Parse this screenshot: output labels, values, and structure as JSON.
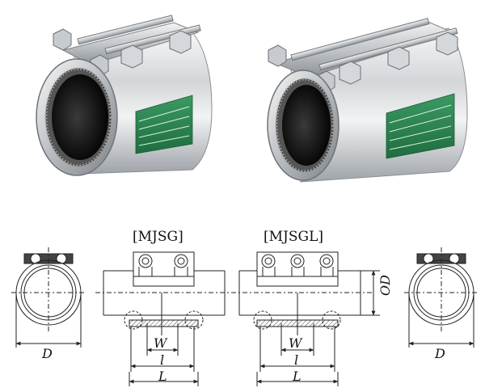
{
  "labels": {
    "mjsg": "[MJSG]",
    "mjsgl": "[MJSGL]",
    "od": "OD",
    "d_left": "D",
    "d_right": "D",
    "w_left": "W",
    "w_right": "W",
    "l_small_left": "l",
    "l_small_right": "l",
    "L_left": "L",
    "L_right": "L"
  },
  "colors": {
    "steel_light": "#e8eaec",
    "steel_mid": "#b9bdc2",
    "steel_dark": "#6e747a",
    "rubber": "#1b1b1b",
    "label_green": "#2f8a55",
    "line": "#222222",
    "hatch": "#555555"
  }
}
